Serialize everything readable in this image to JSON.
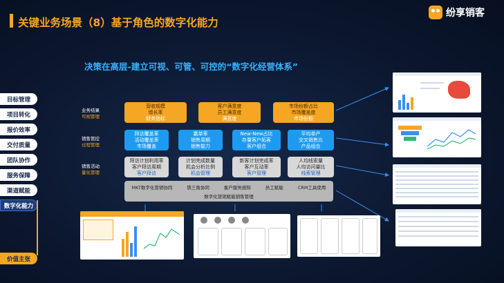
{
  "header": {
    "title": "关键业务场景（8）基于角色的数字化能力",
    "logo_text": "纷享销客"
  },
  "subtitle": "决策在高层-建立可视、可管、可控的“数字化经营体系”",
  "sidebar": {
    "items": [
      {
        "label": "目标管理"
      },
      {
        "label": "项目转化"
      },
      {
        "label": "报价效率"
      },
      {
        "label": "交付质量"
      },
      {
        "label": "团队协作"
      },
      {
        "label": "服务保障"
      },
      {
        "label": "渠道赋能"
      },
      {
        "label": "数字化能力"
      },
      {
        "label": "价值主张"
      }
    ]
  },
  "rows": {
    "results": {
      "l1": "业务结果",
      "l2": "可视管理"
    },
    "control": {
      "l1": "销售管控",
      "l2": "过程管理"
    },
    "activity": {
      "l1": "销售活动",
      "l2": "量化管理"
    }
  },
  "boxes": {
    "results": [
      {
        "line1": "营收规模",
        "line2": "增长率",
        "line3": "财务指标"
      },
      {
        "line1": "客户满意度",
        "line2": "员工满意度",
        "line3": "满意度"
      },
      {
        "line1": "市场份额占比",
        "line2": "市场覆盖度",
        "line3": "市场份额"
      }
    ],
    "control": [
      {
        "line1": "拜访覆盖率",
        "line2": "活动覆盖率",
        "line3": "市场覆盖"
      },
      {
        "line1": "赢单率",
        "line2": "销售周期",
        "line3": "销售能力"
      },
      {
        "line1": "New-New占比",
        "line2": "存量客户拓客",
        "line3": "客户组合"
      },
      {
        "line1": "平均单产",
        "line2": "交叉销售比",
        "line3": "产品组合"
      }
    ],
    "activity": [
      {
        "line1": "拜访计划利用率",
        "line2": "客户拜访周期",
        "line3": "客户拜访"
      },
      {
        "line1": "计划完成数量",
        "line2": "机会分析比例",
        "line3": "机会管理"
      },
      {
        "line1": "新客计划完成率",
        "line2": "客户互动率",
        "line3": "客户管理"
      },
      {
        "line1": "人均线索量",
        "line2": "人均访问量比",
        "line3": "线索管理"
      }
    ]
  },
  "platform": {
    "items": [
      "MKT数字化营销协同",
      "铁三角协同",
      "客户服务感知",
      "员工赋能",
      "CRM工具使用"
    ],
    "sub": "数字化营销赋能销售管理"
  }
}
